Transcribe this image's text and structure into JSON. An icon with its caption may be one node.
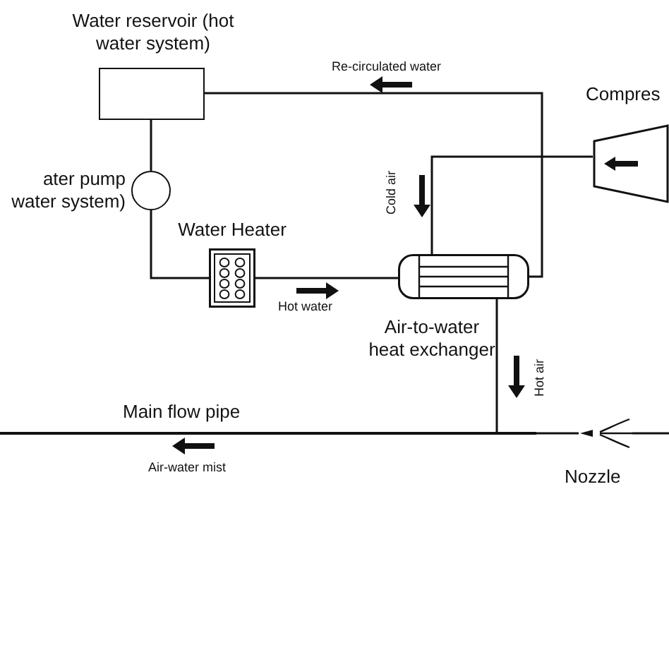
{
  "diagram": {
    "nodes": [
      {
        "text": [
          "Water reservoir (hot water system)"
        ]
      },
      {
        "text": [
          "ater pump water system)"
        ]
      },
      {
        "text": [
          "Water Heater"
        ]
      },
      {
        "text": [
          "Air-to-water heat exchanger"
        ]
      },
      {
        "text": [
          "Compres"
        ]
      },
      {
        "text": [
          "Nozzle"
        ]
      },
      {
        "text": [
          "Main flow pipe"
        ]
      }
    ],
    "edges": [
      {
        "from": 0,
        "to": 1,
        "arrow": "none"
      },
      {
        "from": 1,
        "to": 2,
        "arrow": "none"
      },
      {
        "from": 2,
        "to": 3,
        "arrow": "none",
        "label": "Hot water"
      },
      {
        "from": 3,
        "to": 0,
        "arrow": "none",
        "label": "Re-circulated water"
      },
      {
        "from": 4,
        "to": 3,
        "arrow": "none",
        "label": "Cold air"
      },
      {
        "from": 3,
        "to": 6,
        "arrow": "none",
        "label": "Hot air"
      },
      {
        "from": 5,
        "to": 6,
        "arrow": "none"
      },
      {
        "from": null,
        "to": 5,
        "arrow": "none"
      }
    ],
    "labels": [
      "Air-water mist"
    ]
  }
}
